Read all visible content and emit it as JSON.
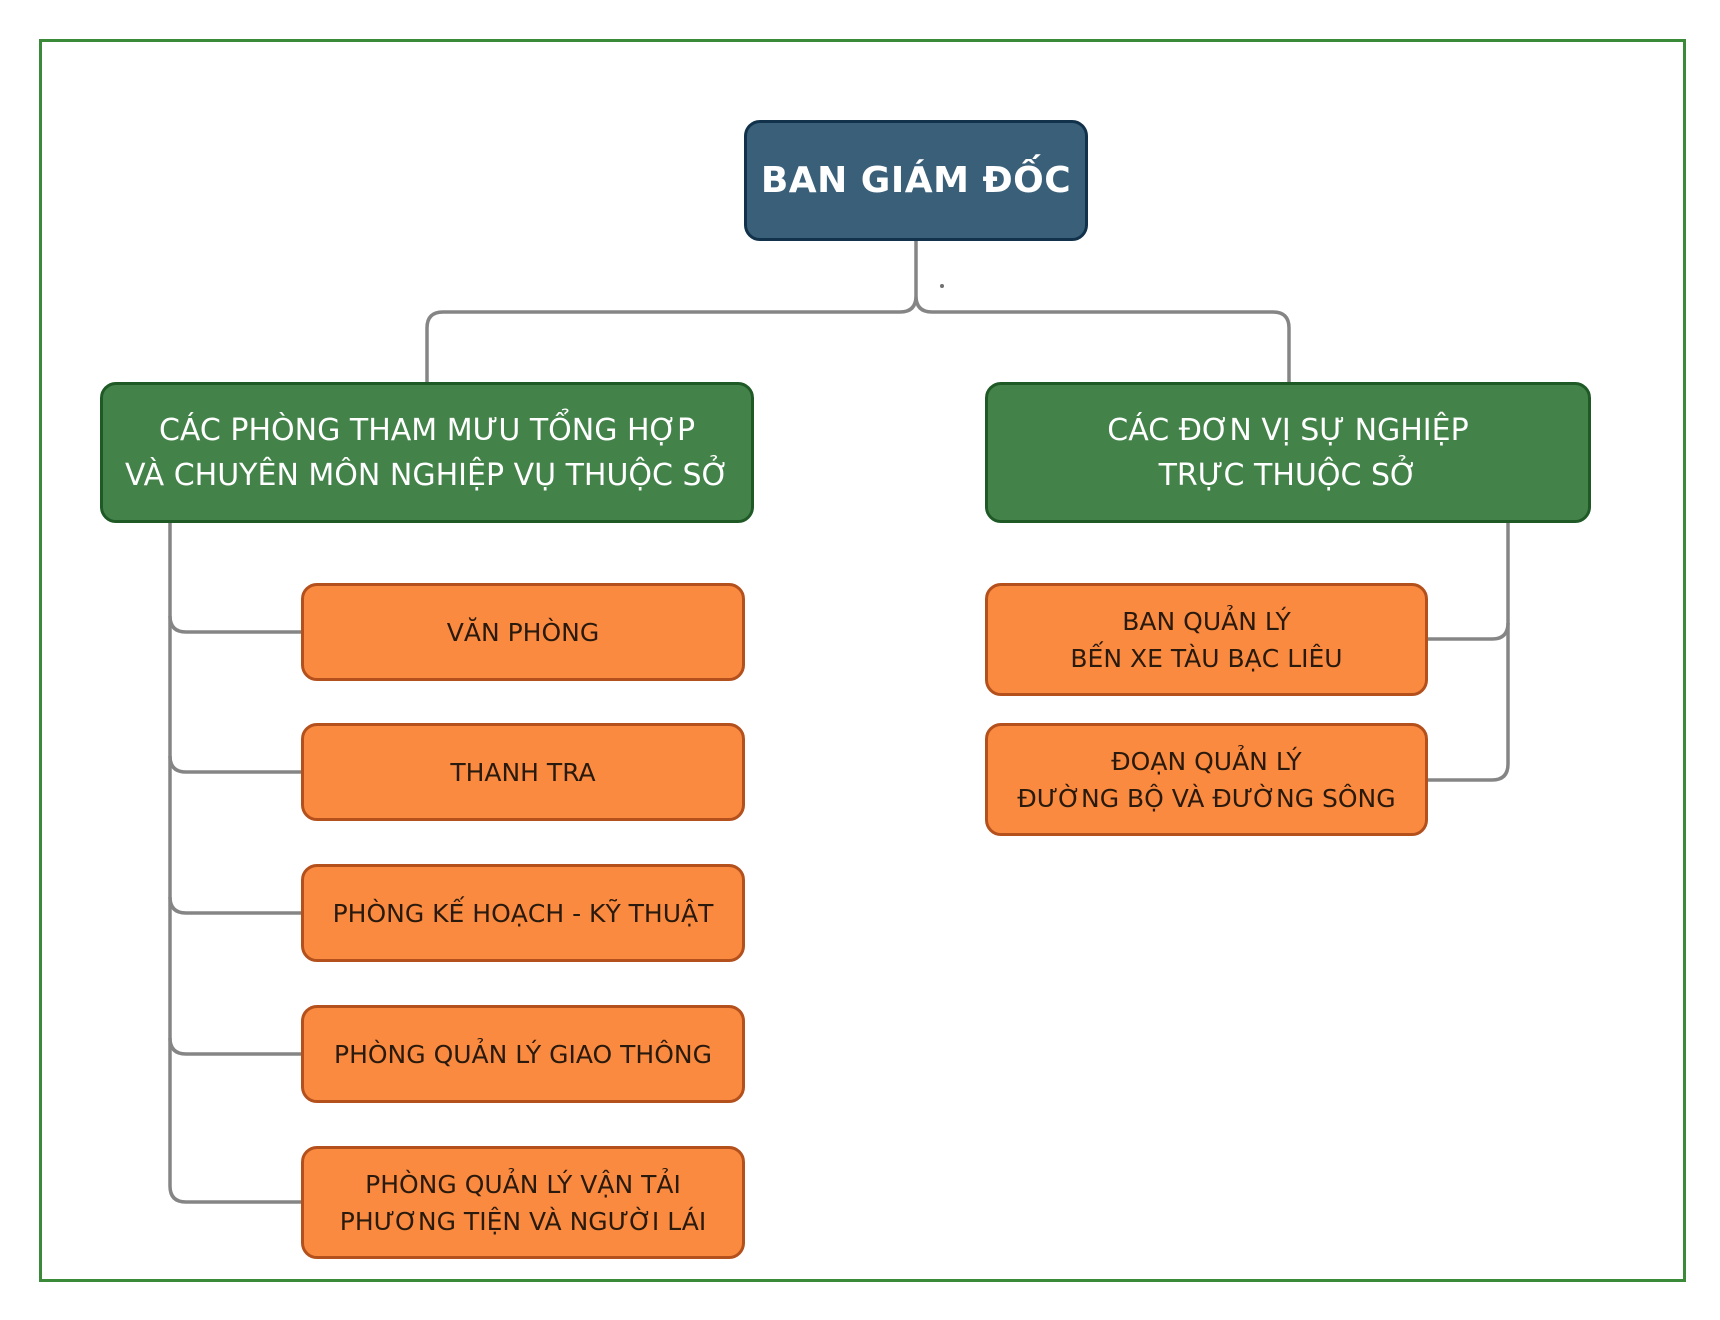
{
  "diagram": {
    "root": {
      "label": "BAN GIÁM ĐỐC"
    },
    "groups": [
      {
        "lines": [
          "CÁC PHÒNG THAM MƯU TỔNG HỢP",
          "VÀ CHUYÊN MÔN NGHIỆP VỤ THUỘC SỞ"
        ],
        "children": [
          {
            "lines": [
              "VĂN PHÒNG"
            ]
          },
          {
            "lines": [
              "THANH TRA"
            ]
          },
          {
            "lines": [
              "PHÒNG KẾ HOẠCH - KỸ THUẬT"
            ]
          },
          {
            "lines": [
              "PHÒNG QUẢN LÝ GIAO THÔNG"
            ]
          },
          {
            "lines": [
              "PHÒNG QUẢN LÝ VẬN TẢI",
              "PHƯƠNG TIỆN VÀ NGƯỜI LÁI"
            ]
          }
        ]
      },
      {
        "lines": [
          "CÁC ĐƠN VỊ SỰ NGHIỆP",
          "TRỰC THUỘC SỞ"
        ],
        "children": [
          {
            "lines": [
              "BAN QUẢN LÝ",
              "BẾN XE TÀU BẠC LIÊU"
            ]
          },
          {
            "lines": [
              "ĐOẠN QUẢN LÝ",
              "ĐƯỜNG BỘ VÀ ĐƯỜNG SÔNG"
            ]
          }
        ]
      }
    ],
    "colors": {
      "frame": "#3a8a3a",
      "root_fill": "#3a6079",
      "group_fill": "#43834a",
      "leaf_fill": "#f98a40",
      "connector": "#858585"
    }
  }
}
